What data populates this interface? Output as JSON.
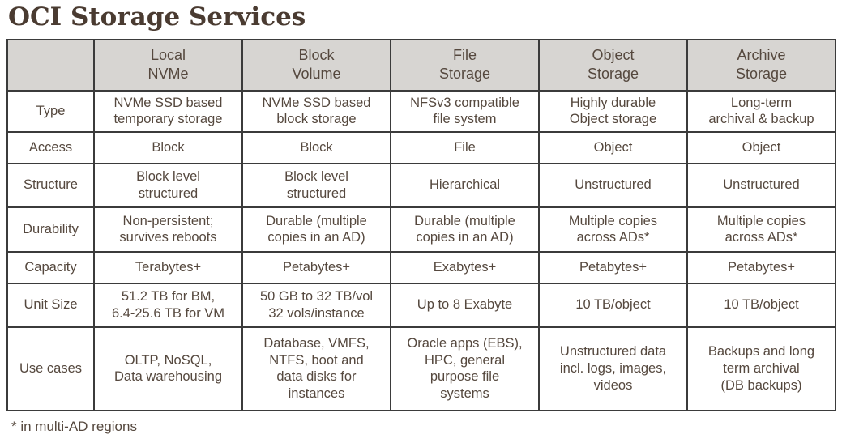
{
  "title": "OCI Storage Services",
  "footnote": "* in multi-AD regions",
  "colors": {
    "title_text": "#4a3b31",
    "body_text": "#55483e",
    "header_background": "#d7d5d2",
    "border": "#3b3b3b",
    "page_background": "#ffffff"
  },
  "table": {
    "columns": [
      "",
      "Local\nNVMe",
      "Block\nVolume",
      "File\nStorage",
      "Object\nStorage",
      "Archive\nStorage"
    ],
    "rows": [
      {
        "label": "Type",
        "cells": [
          "NVMe SSD based\ntemporary storage",
          "NVMe SSD based\nblock storage",
          "NFSv3 compatible\nfile system",
          "Highly durable\nObject storage",
          "Long-term\narchival & backup"
        ]
      },
      {
        "label": "Access",
        "cells": [
          "Block",
          "Block",
          "File",
          "Object",
          "Object"
        ]
      },
      {
        "label": "Structure",
        "cells": [
          "Block level\nstructured",
          "Block level\nstructured",
          "Hierarchical",
          "Unstructured",
          "Unstructured"
        ]
      },
      {
        "label": "Durability",
        "cells": [
          "Non-persistent;\nsurvives reboots",
          "Durable (multiple\ncopies in an AD)",
          "Durable (multiple\ncopies in an AD)",
          "Multiple copies\nacross ADs*",
          "Multiple copies\nacross ADs*"
        ]
      },
      {
        "label": "Capacity",
        "cells": [
          "Terabytes+",
          "Petabytes+",
          "Exabytes+",
          "Petabytes+",
          "Petabytes+"
        ]
      },
      {
        "label": "Unit Size",
        "cells": [
          "51.2 TB for BM,\n6.4-25.6 TB for VM",
          "50 GB to 32 TB/vol\n32 vols/instance",
          "Up to 8 Exabyte",
          "10 TB/object",
          "10 TB/object"
        ]
      },
      {
        "label": "Use cases",
        "cells": [
          "OLTP, NoSQL,\nData warehousing",
          "Database, VMFS,\nNTFS, boot and\ndata disks for\ninstances",
          "Oracle apps (EBS),\nHPC, general\npurpose file\nsystems",
          "Unstructured data\nincl. logs, images,\nvideos",
          "Backups and long\nterm archival\n(DB backups)"
        ]
      }
    ]
  }
}
